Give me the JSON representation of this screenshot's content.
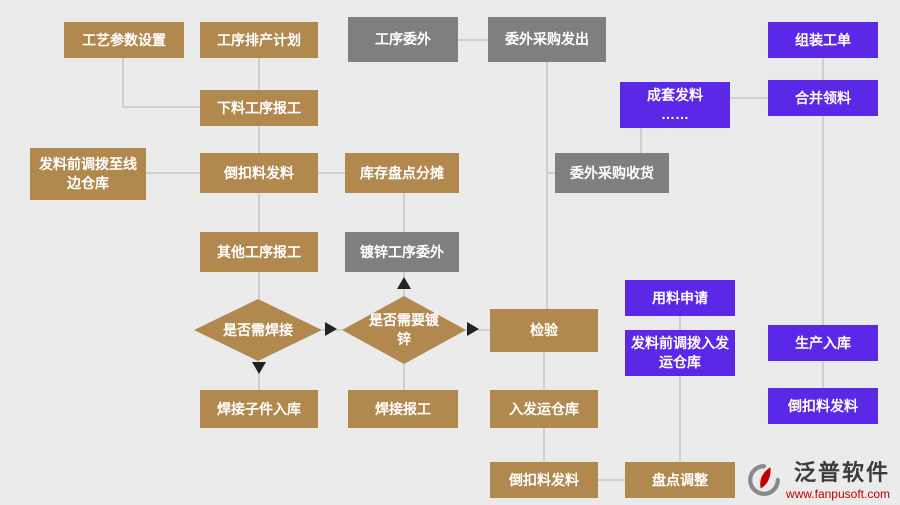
{
  "page": {
    "background": "#ebebeb"
  },
  "colors": {
    "process_box": "#b1894e",
    "outsource_box": "#7f7f7f",
    "system_box": "#5a28e6",
    "connector_line": "#cfcfcf",
    "arrow": "#222222",
    "node_text": "#ffffff",
    "logo_url_red": "#c40000"
  },
  "nodes": [
    {
      "id": "process-params",
      "label": "工艺参数设置",
      "type": "brown"
    },
    {
      "id": "scheduling-plan",
      "label": "工序排产计划",
      "type": "brown"
    },
    {
      "id": "process-outsourcing",
      "label": "工序委外",
      "type": "gray"
    },
    {
      "id": "outsource-po-issue",
      "label": "委外采购发出",
      "type": "gray"
    },
    {
      "id": "assembly-order",
      "label": "组装工单",
      "type": "purple"
    },
    {
      "id": "cutting-report",
      "label": "下料工序报工",
      "type": "brown"
    },
    {
      "id": "set-issue",
      "label": "成套发料\n……",
      "type": "purple"
    },
    {
      "id": "merge-picking",
      "label": "合并领料",
      "type": "purple"
    },
    {
      "id": "pre-issue-transfer",
      "label": "发料前调拨至线\n边仓库",
      "type": "brown"
    },
    {
      "id": "backflush-issue-1",
      "label": "倒扣料发料",
      "type": "brown"
    },
    {
      "id": "inventory-apportion",
      "label": "库存盘点分摊",
      "type": "brown"
    },
    {
      "id": "outsource-receipt",
      "label": "委外采购收货",
      "type": "gray"
    },
    {
      "id": "other-process-report",
      "label": "其他工序报工",
      "type": "brown"
    },
    {
      "id": "galvanize-outsource",
      "label": "镀锌工序委外",
      "type": "gray"
    },
    {
      "id": "material-request",
      "label": "用料申请",
      "type": "purple"
    },
    {
      "id": "need-weld",
      "label": "是否需焊接",
      "type": "diamond"
    },
    {
      "id": "need-galvanize",
      "label": "是否需要镀\n锌",
      "type": "diamond"
    },
    {
      "id": "inspection",
      "label": "检验",
      "type": "brown"
    },
    {
      "id": "pre-issue-transfer-ship",
      "label": "发料前调拨入发\n运仓库",
      "type": "purple"
    },
    {
      "id": "production-receipt",
      "label": "生产入库",
      "type": "purple"
    },
    {
      "id": "weld-sub-receipt",
      "label": "焊接子件入库",
      "type": "brown"
    },
    {
      "id": "weld-report",
      "label": "焊接报工",
      "type": "brown"
    },
    {
      "id": "shipping-warehouse-in",
      "label": "入发运仓库",
      "type": "brown"
    },
    {
      "id": "backflush-issue-prod",
      "label": "倒扣料发料",
      "type": "purple"
    },
    {
      "id": "backflush-issue-2",
      "label": "倒扣料发料",
      "type": "brown"
    },
    {
      "id": "inventory-adjust",
      "label": "盘点调整",
      "type": "brown"
    }
  ],
  "logo": {
    "name": "泛普软件",
    "url": "www.fanpusoft.com"
  }
}
